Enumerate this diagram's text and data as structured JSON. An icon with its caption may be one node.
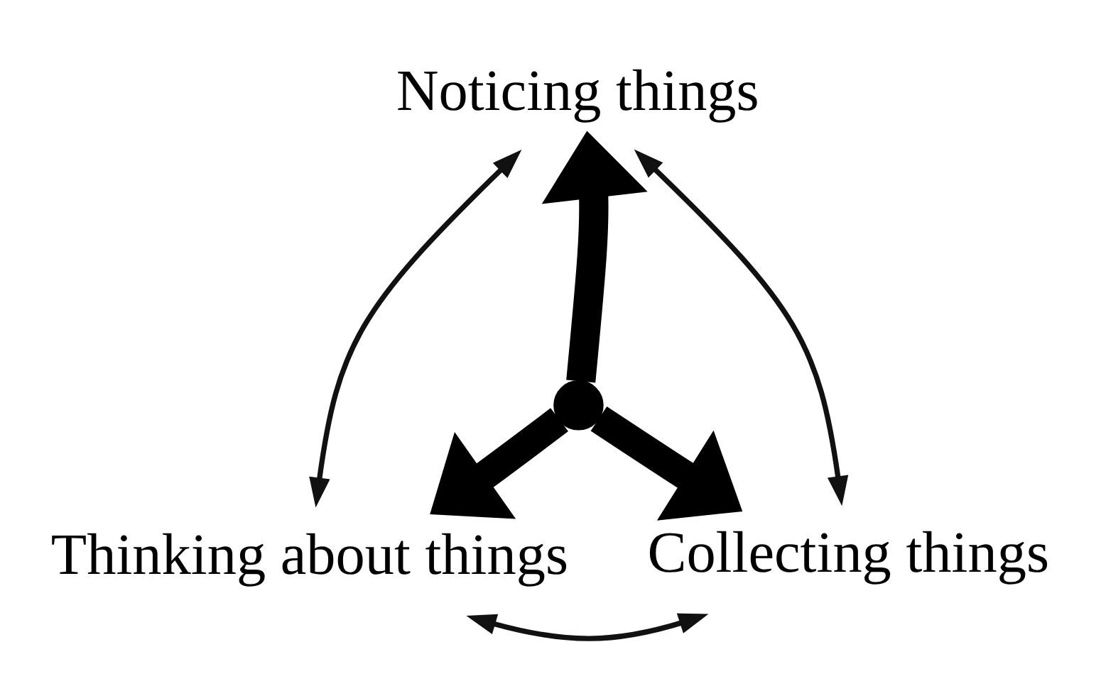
{
  "diagram": {
    "nodes": [
      {
        "text": [
          "Noticing things"
        ]
      },
      {
        "text": [],
        "shape": "point"
      },
      {
        "text": [
          "Collecting things"
        ]
      },
      {
        "text": [
          "Thinking about things"
        ]
      }
    ],
    "edges": [
      {
        "from": 1,
        "to": 0,
        "arrow": "to",
        "style": "thick"
      },
      {
        "from": 1,
        "to": 3,
        "arrow": "to",
        "style": "thick"
      },
      {
        "from": 1,
        "to": 2,
        "arrow": "to",
        "style": "thick"
      },
      {
        "from": 0,
        "to": 2,
        "arrow": "both"
      },
      {
        "from": 3,
        "to": 2,
        "arrow": "both"
      },
      {
        "from": 0,
        "to": 3,
        "arrow": "both"
      }
    ]
  }
}
